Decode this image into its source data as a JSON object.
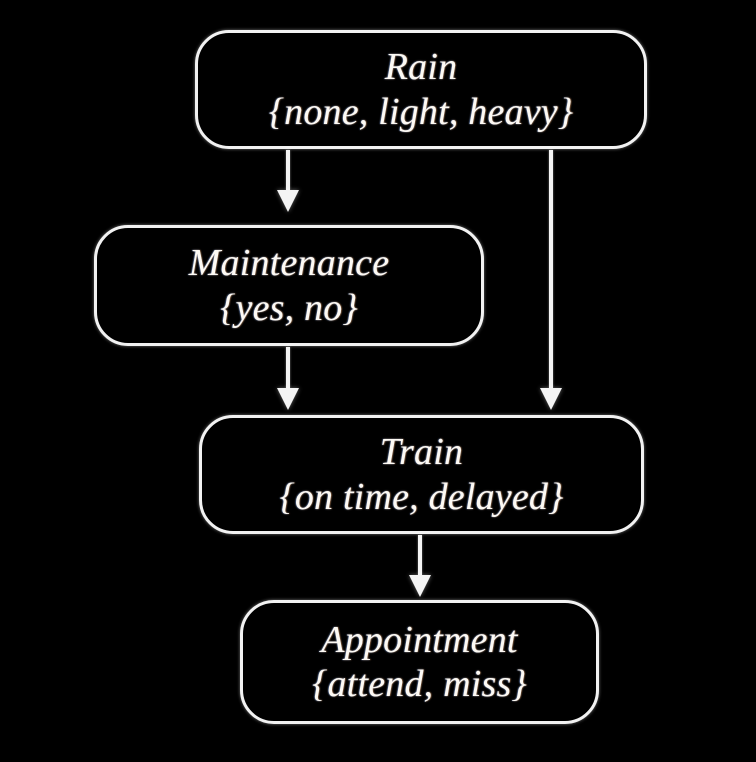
{
  "diagram": {
    "type": "directed-acyclic-graph",
    "title": "",
    "background_color": "#000000",
    "node_border_color": "#f2f2f2",
    "text_color": "#fdfaf4",
    "edge_color": "#f4f4f4",
    "nodes": [
      {
        "id": "rain",
        "name": "Rain",
        "states_label": "{none, light, heavy}",
        "states": [
          "none",
          "light",
          "heavy"
        ]
      },
      {
        "id": "maintenance",
        "name": "Maintenance",
        "states_label": "{yes, no}",
        "states": [
          "yes",
          "no"
        ]
      },
      {
        "id": "train",
        "name": "Train",
        "states_label": "{on time, delayed}",
        "states": [
          "on time",
          "delayed"
        ]
      },
      {
        "id": "appointment",
        "name": "Appointment",
        "states_label": "{attend, miss}",
        "states": [
          "attend",
          "miss"
        ]
      }
    ],
    "edges": [
      {
        "id": "rain-maintenance",
        "from": "Rain",
        "to": "Maintenance"
      },
      {
        "id": "rain-train",
        "from": "Rain",
        "to": "Train"
      },
      {
        "id": "maintenance-train",
        "from": "Maintenance",
        "to": "Train"
      },
      {
        "id": "train-appointment",
        "from": "Train",
        "to": "Appointment"
      }
    ]
  }
}
